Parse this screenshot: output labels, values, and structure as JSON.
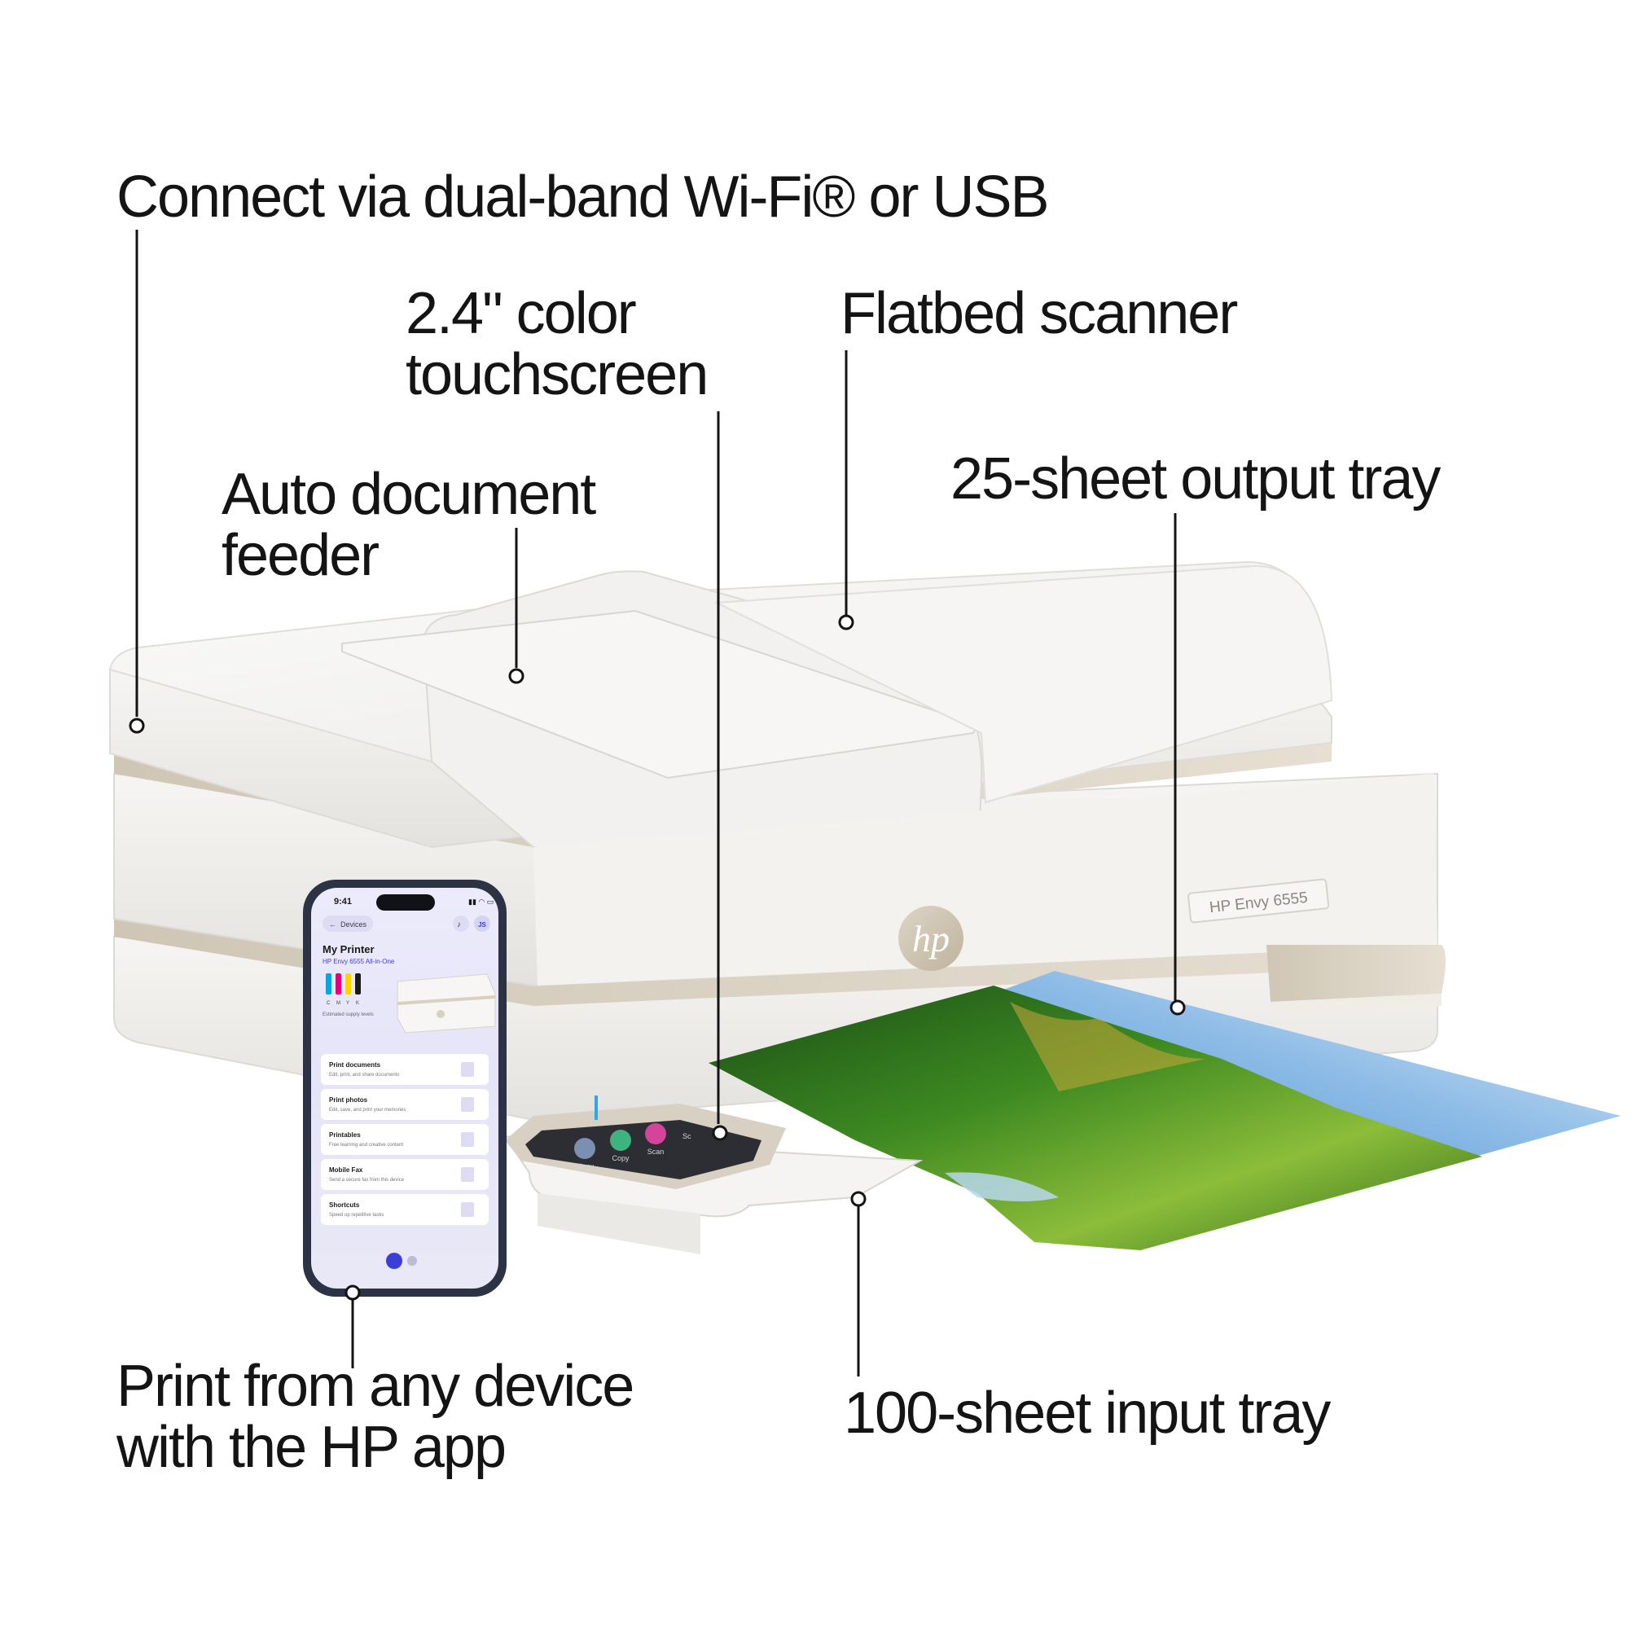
{
  "callouts": {
    "connect": {
      "line1": "Connect via dual-band Wi-Fi® or USB"
    },
    "touchscreen": {
      "line1": "2.4\" color",
      "line2": "touchscreen"
    },
    "scanner": {
      "line1": "Flatbed scanner"
    },
    "adf": {
      "line1": "Auto document",
      "line2": "feeder"
    },
    "output_tray": {
      "line1": "25-sheet output tray"
    },
    "app": {
      "line1": "Print from any device",
      "line2": "with the HP app"
    },
    "input_tray": {
      "line1": "100-sheet input tray"
    }
  },
  "printer": {
    "logo": "hp",
    "model_badge": "HP Envy 6555"
  },
  "panel": {
    "buttons": [
      "Menu",
      "Copy",
      "Scan",
      "Sc"
    ]
  },
  "phone": {
    "time": "9:41",
    "nav_back": "Devices",
    "avatar": "JS",
    "title": "My Printer",
    "subtitle": "HP Envy 6555 All-in-One",
    "ink_labels": [
      "C",
      "M",
      "Y",
      "K"
    ],
    "ink_caption": "Estimated supply levels",
    "menu": [
      {
        "title": "Print documents",
        "desc": "Edit, print, and share documents"
      },
      {
        "title": "Print photos",
        "desc": "Edit, save, and print your memories"
      },
      {
        "title": "Printables",
        "desc": "Free learning and creative content"
      },
      {
        "title": "Mobile Fax",
        "desc": "Send a secure fax from this device"
      },
      {
        "title": "Shortcuts",
        "desc": "Speed up repetitive tasks"
      }
    ]
  },
  "colors": {
    "body_white": "#f4f3f1",
    "accent_sand": "#d8d0c0",
    "ink_cyan": "#00a7e1",
    "ink_magenta": "#e5007e",
    "ink_yellow": "#ffd500",
    "ink_black": "#1a1a1a",
    "app_accent": "#3b3fd8"
  }
}
